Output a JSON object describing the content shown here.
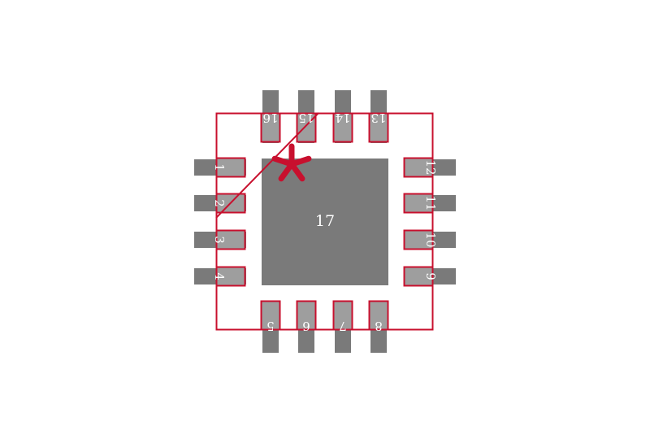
{
  "footprint": {
    "colors": {
      "pad": "#7a7a7a",
      "pad_fill": "#9e9e9e",
      "outline": "#c8102e",
      "label": "#ffffff",
      "background": "#ffffff"
    },
    "pin1_marker": "*",
    "exposed_pad": {
      "label": "17"
    },
    "pins": [
      {
        "number": "1",
        "side": "left"
      },
      {
        "number": "2",
        "side": "left"
      },
      {
        "number": "3",
        "side": "left"
      },
      {
        "number": "4",
        "side": "left"
      },
      {
        "number": "5",
        "side": "bottom"
      },
      {
        "number": "6",
        "side": "bottom"
      },
      {
        "number": "7",
        "side": "bottom"
      },
      {
        "number": "8",
        "side": "bottom"
      },
      {
        "number": "9",
        "side": "right"
      },
      {
        "number": "10",
        "side": "right"
      },
      {
        "number": "11",
        "side": "right"
      },
      {
        "number": "12",
        "side": "right"
      },
      {
        "number": "13",
        "side": "top"
      },
      {
        "number": "14",
        "side": "top"
      },
      {
        "number": "15",
        "side": "top"
      },
      {
        "number": "16",
        "side": "top"
      }
    ]
  }
}
